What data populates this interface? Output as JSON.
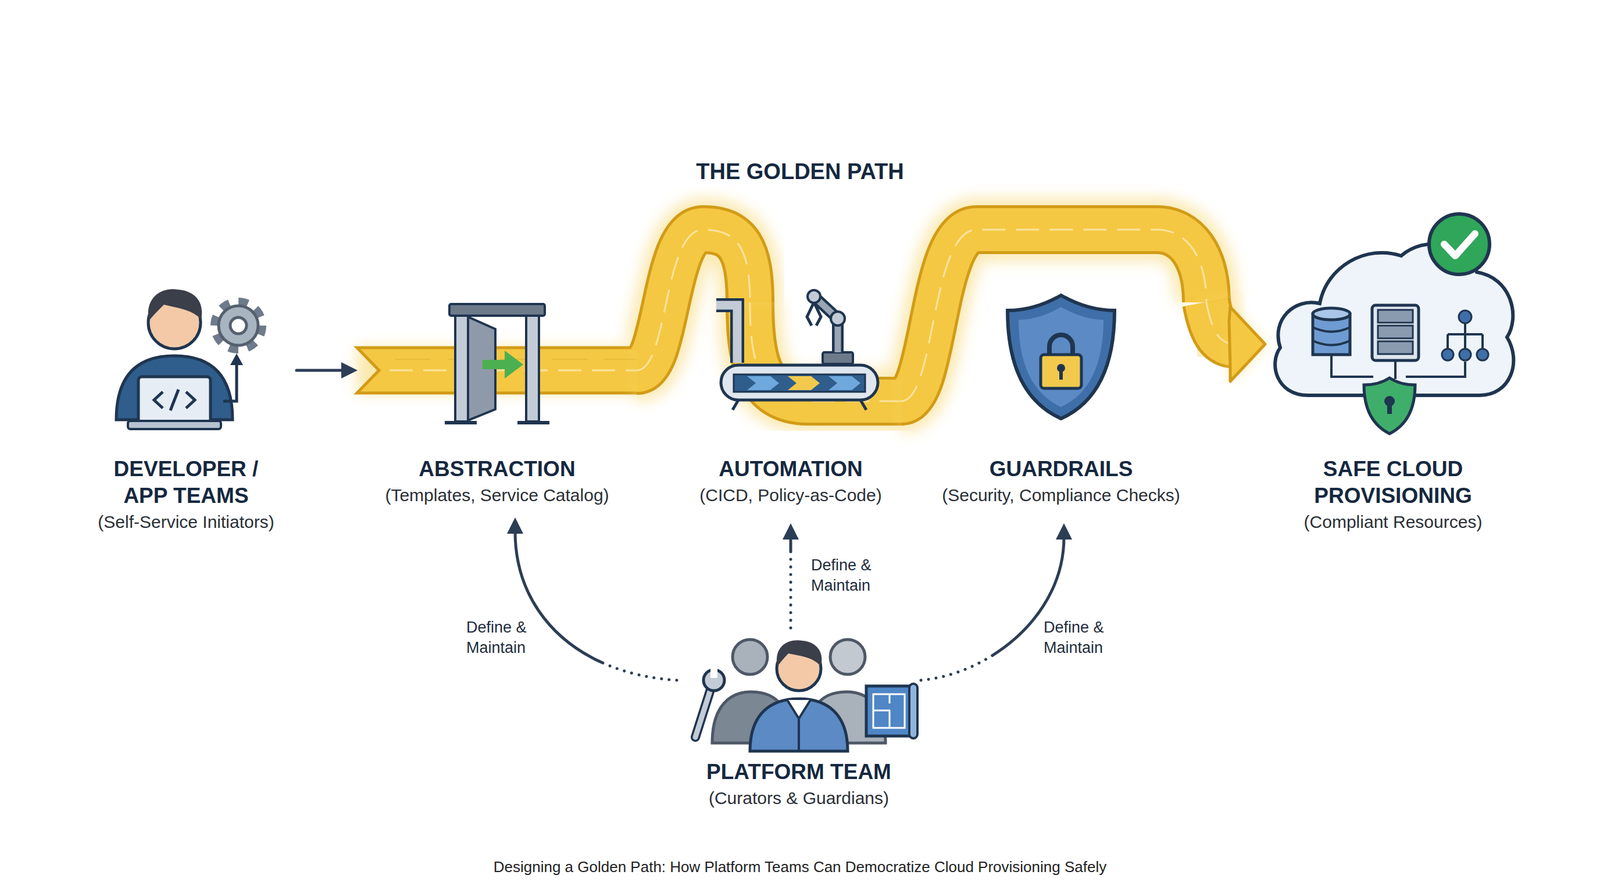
{
  "diagram": {
    "title": "THE GOLDEN PATH",
    "caption": "Designing a Golden Path: How Platform Teams Can Democratize Cloud Provisioning Safely",
    "nodes": [
      {
        "text": [
          "DEVELOPER / APP TEAMS",
          "(Self-Service Initiators)"
        ]
      },
      {
        "text": [
          "ABSTRACTION",
          "(Templates, Service Catalog)"
        ]
      },
      {
        "text": [
          "AUTOMATION",
          "(CICD, Policy-as-Code)"
        ]
      },
      {
        "text": [
          "GUARDRAILS",
          "(Security, Compliance Checks)"
        ]
      },
      {
        "text": [
          "SAFE CLOUD PROVISIONING",
          "(Compliant Resources)"
        ]
      },
      {
        "text": [
          "PLATFORM TEAM",
          "(Curators & Guardians)"
        ]
      }
    ],
    "edges": [
      {
        "from": 0,
        "to": 1,
        "arrow": "to"
      },
      {
        "from": 1,
        "to": 2,
        "arrow": "none"
      },
      {
        "from": 2,
        "to": 3,
        "arrow": "none"
      },
      {
        "from": 3,
        "to": 4,
        "arrow": "to"
      },
      {
        "from": 5,
        "to": 1,
        "label": "Define & Maintain",
        "arrow": "to"
      },
      {
        "from": 5,
        "to": 2,
        "label": "Define & Maintain",
        "arrow": "to"
      },
      {
        "from": 5,
        "to": 3,
        "label": "Define & Maintain",
        "arrow": "to"
      }
    ]
  }
}
